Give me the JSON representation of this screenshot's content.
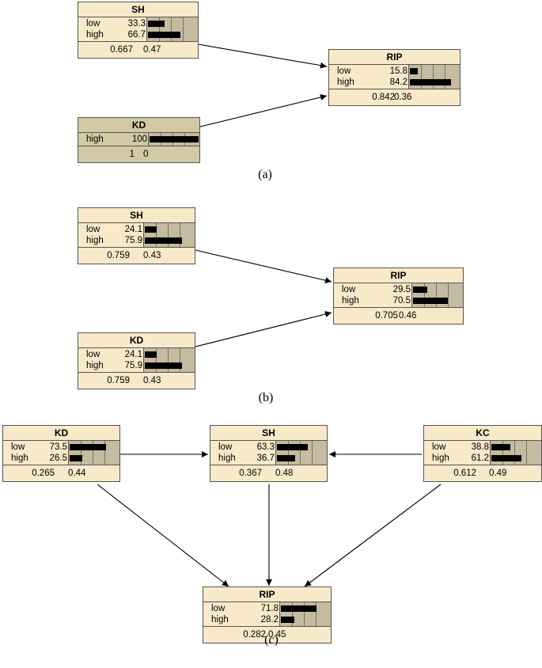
{
  "panels": [
    {
      "caption": "(a)",
      "nodes": [
        {
          "id": "SH",
          "title": "SH",
          "evidence": false,
          "states": [
            {
              "name": "low",
              "value": "33.3",
              "p": 33.3
            },
            {
              "name": "high",
              "value": "66.7",
              "p": 66.7
            }
          ],
          "mean": "0.667",
          "sd": "0.47"
        },
        {
          "id": "KD",
          "title": "KD",
          "evidence": true,
          "states": [
            {
              "name": "high",
              "value": "100",
              "p": 100
            }
          ],
          "mean": "1",
          "sd": "0"
        },
        {
          "id": "RIP",
          "title": "RIP",
          "evidence": false,
          "states": [
            {
              "name": "low",
              "value": "15.8",
              "p": 15.8
            },
            {
              "name": "high",
              "value": "84.2",
              "p": 84.2
            }
          ],
          "mean": "0.842",
          "sd": "0.36"
        }
      ],
      "edges": [
        {
          "from": "SH",
          "to": "RIP"
        },
        {
          "from": "KD",
          "to": "RIP"
        }
      ]
    },
    {
      "caption": "(b)",
      "nodes": [
        {
          "id": "SH",
          "title": "SH",
          "evidence": false,
          "states": [
            {
              "name": "low",
              "value": "24.1",
              "p": 24.1
            },
            {
              "name": "high",
              "value": "75.9",
              "p": 75.9
            }
          ],
          "mean": "0.759",
          "sd": "0.43"
        },
        {
          "id": "KD",
          "title": "KD",
          "evidence": false,
          "states": [
            {
              "name": "low",
              "value": "24.1",
              "p": 24.1
            },
            {
              "name": "high",
              "value": "75.9",
              "p": 75.9
            }
          ],
          "mean": "0.759",
          "sd": "0.43"
        },
        {
          "id": "RIP",
          "title": "RIP",
          "evidence": false,
          "states": [
            {
              "name": "low",
              "value": "29.5",
              "p": 29.5
            },
            {
              "name": "high",
              "value": "70.5",
              "p": 70.5
            }
          ],
          "mean": "0.705",
          "sd": "0.46"
        }
      ],
      "edges": [
        {
          "from": "SH",
          "to": "RIP"
        },
        {
          "from": "KD",
          "to": "RIP"
        }
      ]
    },
    {
      "caption": "(c)",
      "nodes": [
        {
          "id": "KD",
          "title": "KD",
          "evidence": false,
          "states": [
            {
              "name": "low",
              "value": "73.5",
              "p": 73.5
            },
            {
              "name": "high",
              "value": "26.5",
              "p": 26.5
            }
          ],
          "mean": "0.265",
          "sd": "0.44"
        },
        {
          "id": "SH",
          "title": "SH",
          "evidence": false,
          "states": [
            {
              "name": "low",
              "value": "63.3",
              "p": 63.3
            },
            {
              "name": "high",
              "value": "36.7",
              "p": 36.7
            }
          ],
          "mean": "0.367",
          "sd": "0.48"
        },
        {
          "id": "KC",
          "title": "KC",
          "evidence": false,
          "states": [
            {
              "name": "low",
              "value": "38.8",
              "p": 38.8
            },
            {
              "name": "high",
              "value": "61.2",
              "p": 61.2
            }
          ],
          "mean": "0.612",
          "sd": "0.49"
        },
        {
          "id": "RIP",
          "title": "RIP",
          "evidence": false,
          "states": [
            {
              "name": "low",
              "value": "71.8",
              "p": 71.8
            },
            {
              "name": "high",
              "value": "28.2",
              "p": 28.2
            }
          ],
          "mean": "0.282",
          "sd": "0.45"
        }
      ],
      "edges": [
        {
          "from": "KD",
          "to": "SH"
        },
        {
          "from": "KC",
          "to": "SH"
        },
        {
          "from": "KD",
          "to": "RIP"
        },
        {
          "from": "SH",
          "to": "RIP"
        },
        {
          "from": "KC",
          "to": "RIP"
        }
      ]
    }
  ]
}
